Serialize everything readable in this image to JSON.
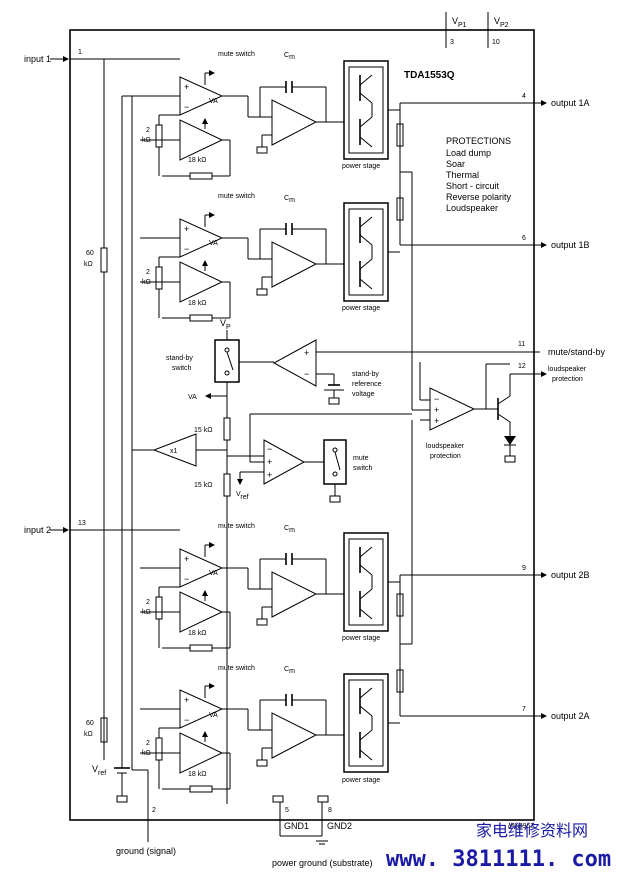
{
  "chip": {
    "name": "TDA1553Q",
    "vp1": "V",
    "vp1_sub": "P1",
    "vp1_pin": "3",
    "vp2": "V",
    "vp2_sub": "P2",
    "vp2_pin": "10"
  },
  "inputs": [
    {
      "label": "input 1",
      "pin": "1"
    },
    {
      "label": "input 2",
      "pin": "13"
    }
  ],
  "outputs": [
    {
      "label": "output 1A",
      "pin": "4"
    },
    {
      "label": "output 1B",
      "pin": "6"
    },
    {
      "label": "output 2B",
      "pin": "9"
    },
    {
      "label": "output 2A",
      "pin": "7"
    }
  ],
  "channel": {
    "mute_switch": "mute switch",
    "va": "VA",
    "cm": "C",
    "cm_sub": "m",
    "r2k": "2",
    "r2k_unit": "kΩ",
    "r18k": "18 kΩ",
    "power_stage": "power stage"
  },
  "r60k": {
    "value": "60",
    "unit": "kΩ"
  },
  "protections": {
    "title": "PROTECTIONS",
    "items": [
      "Load dump",
      "Soar",
      "Thermal",
      "Short - circuit",
      "Reverse polarity",
      "Loudspeaker"
    ]
  },
  "control": {
    "vp": "V",
    "vp_sub": "P",
    "standby_switch": [
      "stand-by",
      "switch"
    ],
    "standby_ref": [
      "stand-by",
      "reference",
      "voltage"
    ],
    "mute_standby": "mute/stand-by",
    "mute_standby_pin": "11",
    "ls_prot_pin": "12",
    "ls_prot_label": [
      "loudspeaker",
      "protection"
    ],
    "ls_prot_block": [
      "loudspeaker",
      "protection"
    ],
    "va": "VA",
    "r15k_top": "15 kΩ",
    "r15k_bot": "15 kΩ",
    "x1": "x1",
    "vref": "V",
    "vref_sub": "ref",
    "mute_switch": [
      "mute",
      "switch"
    ]
  },
  "bottom": {
    "vref": "V",
    "vref_sub": "ref",
    "gnd_signal_pin": "2",
    "gnd_signal": "ground (signal)",
    "gnd1_pin": "5",
    "gnd1": "GND1",
    "gnd2_pin": "8",
    "gnd2": "GND2",
    "power_ground": "power ground (substrate)",
    "code": "MLB963"
  },
  "watermark": {
    "cn": "家电维修资料网",
    "url": "www. 3811111. com"
  }
}
